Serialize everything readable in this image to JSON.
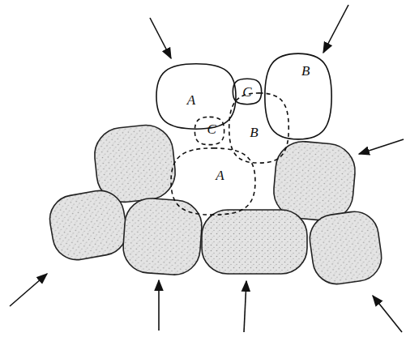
{
  "diagram": {
    "nodes": [
      {
        "text": [
          "A"
        ]
      },
      {
        "text": [
          "C"
        ]
      },
      {
        "text": [
          "B"
        ]
      },
      {
        "text": [
          "C"
        ]
      },
      {
        "text": [
          "B"
        ]
      },
      {
        "text": [
          "A"
        ]
      }
    ]
  }
}
